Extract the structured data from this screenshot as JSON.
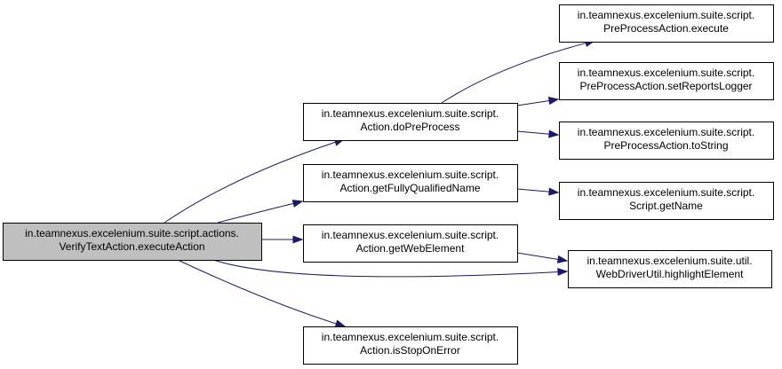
{
  "nodes": [
    {
      "id": "root",
      "lines": [
        "in.teamnexus.excelenium.suite.script.actions.",
        "VerifyTextAction.executeAction"
      ],
      "root": true
    },
    {
      "id": "doPreProcess",
      "lines": [
        "in.teamnexus.excelenium.suite.script.",
        "Action.doPreProcess"
      ]
    },
    {
      "id": "getFQN",
      "lines": [
        "in.teamnexus.excelenium.suite.script.",
        "Action.getFullyQualifiedName"
      ]
    },
    {
      "id": "getWebElement",
      "lines": [
        "in.teamnexus.excelenium.suite.script.",
        "Action.getWebElement"
      ]
    },
    {
      "id": "isStopOnError",
      "lines": [
        "in.teamnexus.excelenium.suite.script.",
        "Action.isStopOnError"
      ]
    },
    {
      "id": "ppExecute",
      "lines": [
        "in.teamnexus.excelenium.suite.script.",
        "PreProcessAction.execute"
      ]
    },
    {
      "id": "ppSetReportsLogger",
      "lines": [
        "in.teamnexus.excelenium.suite.script.",
        "PreProcessAction.setReportsLogger"
      ]
    },
    {
      "id": "ppToString",
      "lines": [
        "in.teamnexus.excelenium.suite.script.",
        "PreProcessAction.toString"
      ]
    },
    {
      "id": "scriptGetName",
      "lines": [
        "in.teamnexus.excelenium.suite.script.",
        "Script.getName"
      ]
    },
    {
      "id": "highlightElement",
      "lines": [
        "in.teamnexus.excelenium.suite.util.",
        "WebDriverUtil.highlightElement"
      ]
    }
  ],
  "edges": [
    {
      "from": "root",
      "to": "doPreProcess"
    },
    {
      "from": "root",
      "to": "getFQN"
    },
    {
      "from": "root",
      "to": "getWebElement"
    },
    {
      "from": "root",
      "to": "highlightElement"
    },
    {
      "from": "root",
      "to": "isStopOnError"
    },
    {
      "from": "doPreProcess",
      "to": "ppExecute"
    },
    {
      "from": "doPreProcess",
      "to": "ppSetReportsLogger"
    },
    {
      "from": "doPreProcess",
      "to": "ppToString"
    },
    {
      "from": "getFQN",
      "to": "scriptGetName"
    },
    {
      "from": "getWebElement",
      "to": "highlightElement"
    }
  ],
  "colors": {
    "edge": "#191970",
    "root_fill": "#bfbfbf",
    "node_fill": "#ffffff",
    "border": "#000000"
  }
}
